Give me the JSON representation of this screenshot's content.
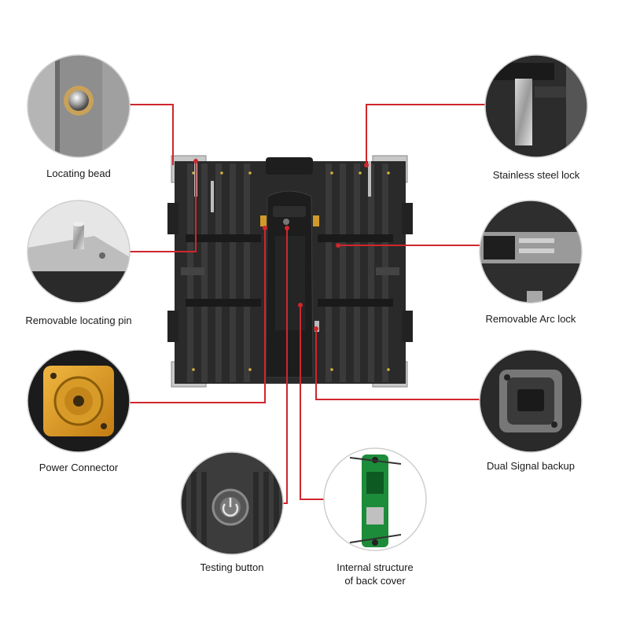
{
  "colors": {
    "leader_line": "#d0262c",
    "cabinet": "#2b2b2b",
    "cabinet_dark": "#161616",
    "background": "#ffffff"
  },
  "callouts": [
    {
      "id": "locating-bead",
      "label": "Locating bead"
    },
    {
      "id": "stainless-steel-lock",
      "label": "Stainless steel lock"
    },
    {
      "id": "removable-locating-pin",
      "label": "Removable locating pin"
    },
    {
      "id": "removable-arc-lock",
      "label": "Removable Arc lock"
    },
    {
      "id": "power-connector",
      "label": "Power Connector"
    },
    {
      "id": "dual-signal-backup",
      "label": "Dual Signal backup"
    },
    {
      "id": "testing-button",
      "label": "Testing button"
    },
    {
      "id": "internal-structure",
      "label_line1": "Internal structure",
      "label_line2": "of back cover"
    }
  ]
}
